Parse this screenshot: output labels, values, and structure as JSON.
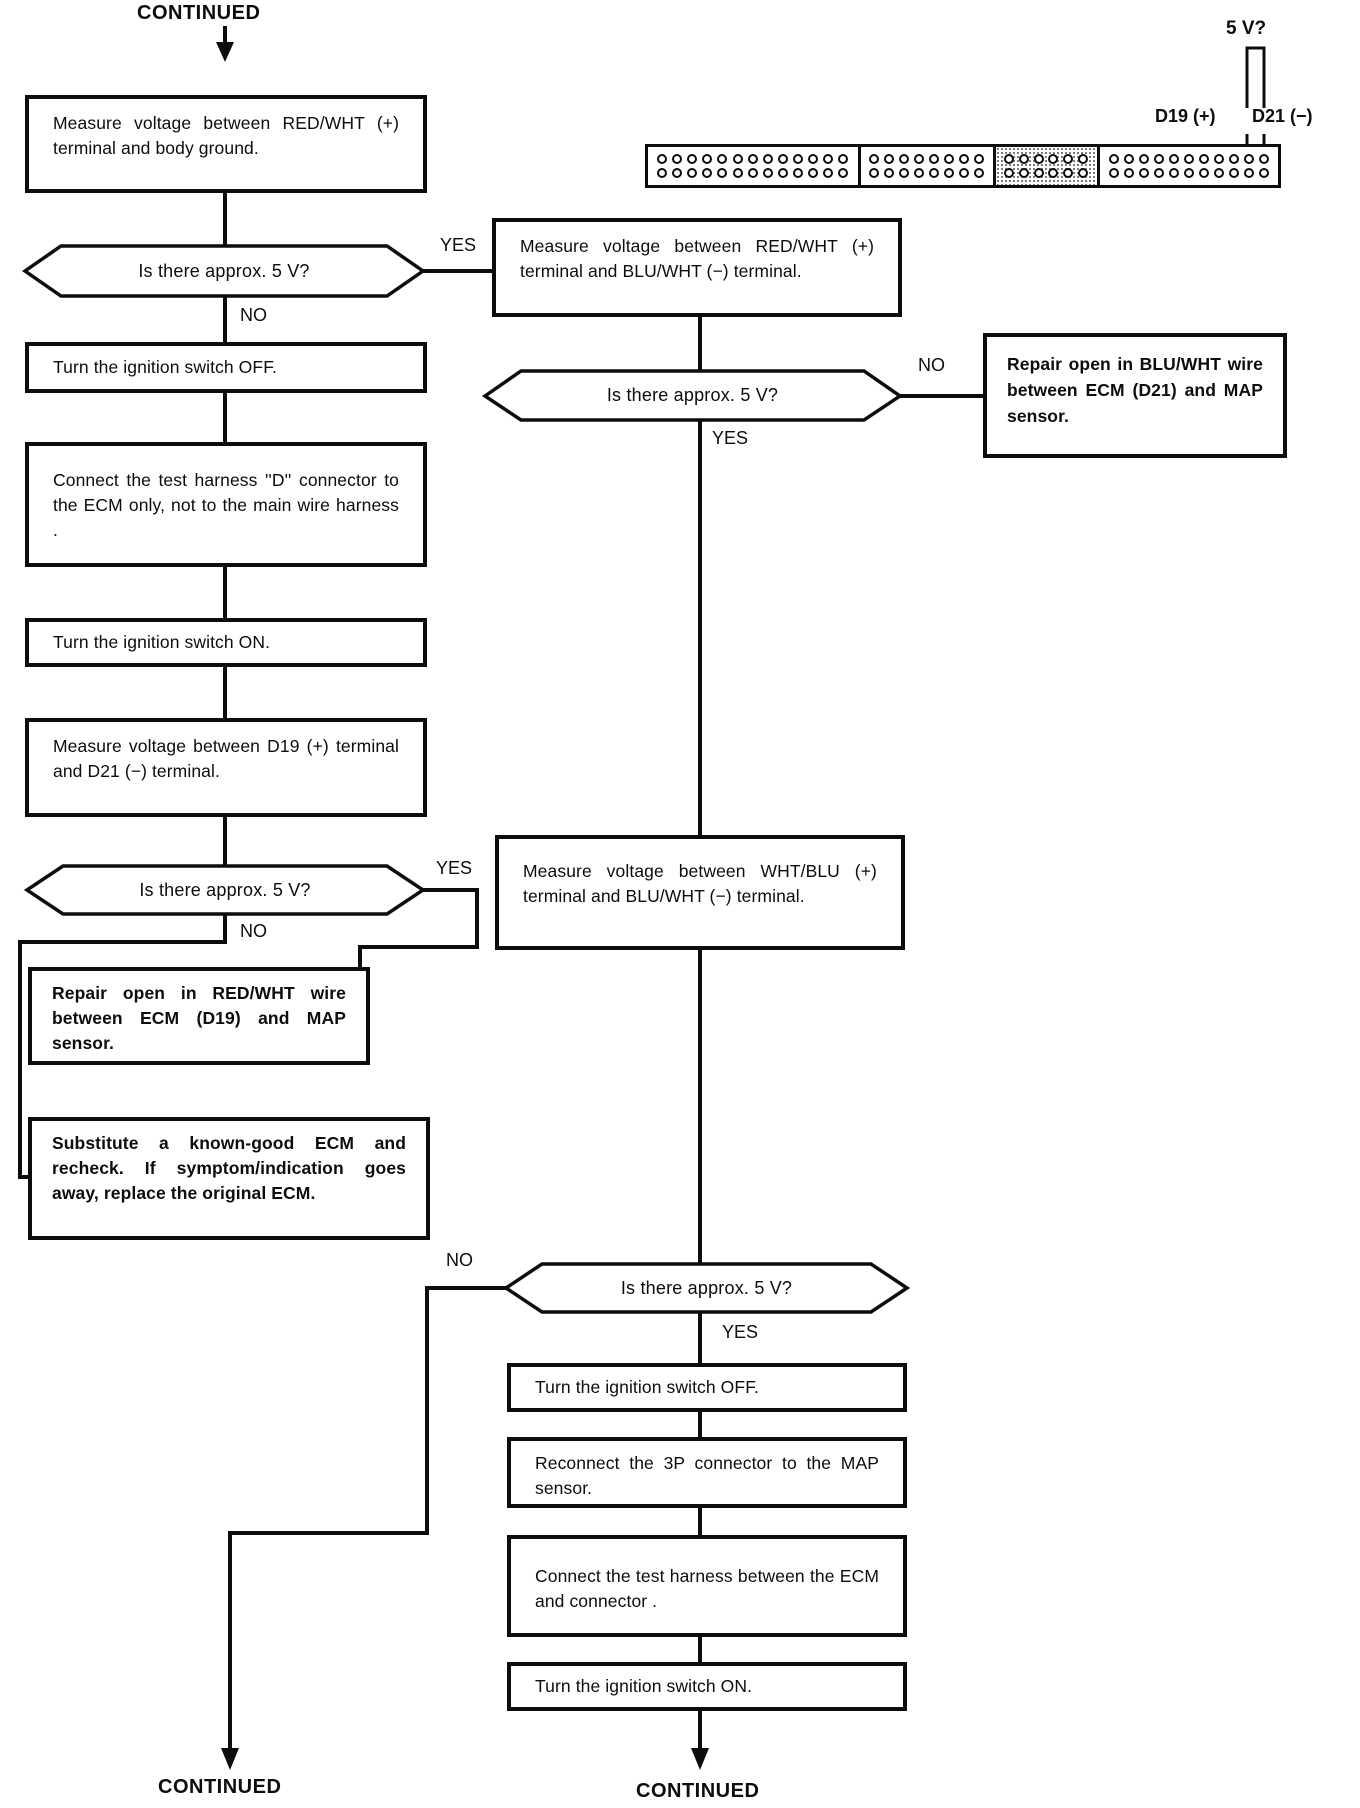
{
  "flow_labels": {
    "continued_top": "CONTINUED",
    "continued_bottom_left": "CONTINUED",
    "continued_bottom_center": "CONTINUED",
    "yes": "YES",
    "no": "NO"
  },
  "steps": {
    "measure_redwht_ground": "Measure voltage between RED/WHT (+) terminal and body ground.",
    "ignition_off_1": "Turn the ignition switch OFF.",
    "connect_harness_d": "Connect the test harness ''D'' connector to the ECM only, not to the main wire harness .",
    "ignition_on_1": "Turn the ignition switch ON.",
    "measure_d19_d21": "Measure voltage between D19 (+) terminal and D21 (−) terminal.",
    "measure_redwht_bluwht": "Measure voltage between RED/WHT (+) terminal and BLU/WHT (−) terminal.",
    "measure_whtblu_bluwht": "Measure voltage between WHT/BLU (+) terminal and BLU/WHT (−) terminal.",
    "ignition_off_2": "Turn the ignition switch OFF.",
    "reconnect_3p": "Reconnect the 3P connector to the MAP sensor.",
    "connect_harness_between": "Connect the test harness between the ECM and connector .",
    "ignition_on_2": "Turn the ignition switch ON."
  },
  "results": {
    "repair_bluwht": "Repair open in BLU/WHT wire between ECM (D21) and MAP sensor.",
    "repair_redwht": "Repair open in RED/WHT wire between ECM (D19) and MAP sensor.",
    "substitute_ecm": "Substitute a known-good ECM and recheck. If symptom/indication goes away, replace the original ECM."
  },
  "decisions": {
    "q1": "Is there approx. 5 V?",
    "q2": "Is there approx. 5 V?",
    "q3": "Is there approx. 5 V?",
    "q4": "Is there approx. 5 V?"
  },
  "connector_diagram": {
    "probe_label": "5 V?",
    "pin_labels": {
      "d19": "D19 (+)",
      "d21": "D21 (−)"
    },
    "pins_per_block": [
      13,
      8,
      6,
      11
    ],
    "rows_per_block": 2,
    "highlighted_block_index": 2
  },
  "colors": {
    "ink": "#0d0d0d",
    "paper": "#ffffff"
  }
}
